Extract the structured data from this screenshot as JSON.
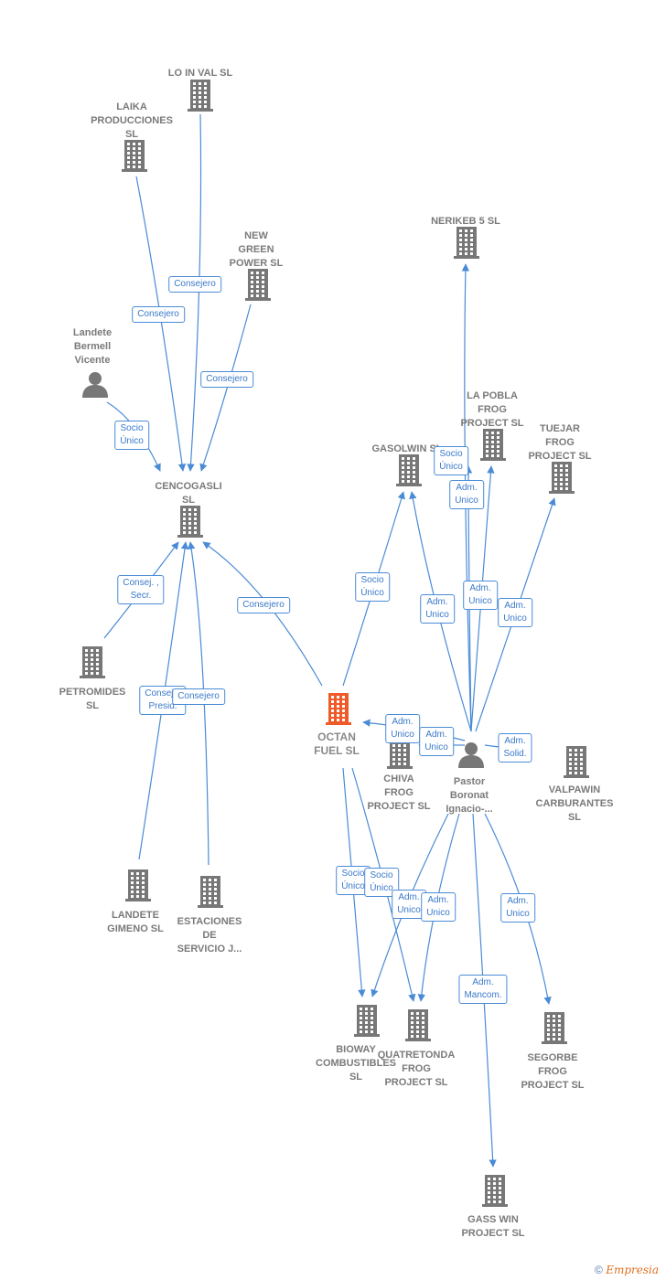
{
  "colors": {
    "edge": "#4a8bd6",
    "building": "#777777",
    "main_building": "#f05a28",
    "person": "#777777"
  },
  "nodes": [
    {
      "id": "loinval",
      "label": "LO IN VAL SL",
      "type": "company"
    },
    {
      "id": "laika",
      "label": "LAIKA\nPRODUCCIONES\nSL",
      "type": "company"
    },
    {
      "id": "newgreen",
      "label": "NEW\nGREEN\nPOWER  SL",
      "type": "company"
    },
    {
      "id": "landete_person",
      "label": "Landete\nBermell\nVicente",
      "type": "person"
    },
    {
      "id": "cencogasli",
      "label": "CENCOGASLI\nSL",
      "type": "company"
    },
    {
      "id": "petromides",
      "label": "PETROMIDES\nSL",
      "type": "company"
    },
    {
      "id": "landete_gimeno",
      "label": "LANDETE\nGIMENO  SL",
      "type": "company"
    },
    {
      "id": "estaciones",
      "label": "ESTACIONES\nDE\nSERVICIO J...",
      "type": "company"
    },
    {
      "id": "octan",
      "label": "OCTAN\nFUEL  SL",
      "type": "main"
    },
    {
      "id": "nerikeb",
      "label": "NERIKEB 5 SL",
      "type": "company"
    },
    {
      "id": "gasolwin",
      "label": "GASOLWIN  SL",
      "type": "company"
    },
    {
      "id": "lapobla",
      "label": "LA POBLA\nFROG\nPROJECT  SL",
      "type": "company"
    },
    {
      "id": "tuejar",
      "label": "TUEJAR\nFROG\nPROJECT  SL",
      "type": "company"
    },
    {
      "id": "chiva",
      "label": "CHIVA\nFROG\nPROJECT  SL",
      "type": "company"
    },
    {
      "id": "pastor",
      "label": "Pastor\nBoronat\nIgnacio-...",
      "type": "person"
    },
    {
      "id": "valpawin",
      "label": "VALPAWIN\nCARBURANTES\nSL",
      "type": "company"
    },
    {
      "id": "bioway",
      "label": "BIOWAY\nCOMBUSTIBLES\nSL",
      "type": "company"
    },
    {
      "id": "quatretonda",
      "label": "QUATRETONDA\nFROG\nPROJECT  SL",
      "type": "company"
    },
    {
      "id": "segorbe",
      "label": "SEGORBE\nFROG\nPROJECT  SL",
      "type": "company"
    },
    {
      "id": "gasswin",
      "label": "GASS WIN\nPROJECT  SL",
      "type": "company"
    }
  ],
  "edges": [
    {
      "from": "loinval",
      "to": "cencogasli",
      "label": "Consejero"
    },
    {
      "from": "laika",
      "to": "cencogasli",
      "label": "Consejero"
    },
    {
      "from": "newgreen",
      "to": "cencogasli",
      "label": "Consejero"
    },
    {
      "from": "landete_person",
      "to": "cencogasli",
      "label": "Socio\nÚnico"
    },
    {
      "from": "petromides",
      "to": "cencogasli",
      "label": "Consej. ,\nSecr."
    },
    {
      "from": "landete_gimeno",
      "to": "cencogasli",
      "label": "Consej. ,\nPresid."
    },
    {
      "from": "estaciones",
      "to": "cencogasli",
      "label": "Consejero"
    },
    {
      "from": "octan",
      "to": "cencogasli",
      "label": "Consejero"
    },
    {
      "from": "octan",
      "to": "gasolwin",
      "label": "Socio\nÚnico"
    },
    {
      "from": "pastor",
      "to": "nerikeb",
      "label": "Socio\nÚnico"
    },
    {
      "from": "pastor",
      "to": "lapobla",
      "label": "Adm.\nUnico"
    },
    {
      "from": "pastor",
      "to": "gasolwin",
      "label": "Adm.\nUnico"
    },
    {
      "from": "pastor",
      "to": "lapobla",
      "label": "Adm.\nUnico"
    },
    {
      "from": "pastor",
      "to": "tuejar",
      "label": "Adm.\nUnico"
    },
    {
      "from": "pastor",
      "to": "octan",
      "label": "Adm.\nUnico"
    },
    {
      "from": "pastor",
      "to": "chiva",
      "label": "Adm.\nUnico"
    },
    {
      "from": "pastor",
      "to": "valpawin",
      "label": "Adm.\nSolid."
    },
    {
      "from": "octan",
      "to": "bioway",
      "label": "Socio\nÚnico"
    },
    {
      "from": "octan",
      "to": "quatretonda",
      "label": "Socio\nÚnico"
    },
    {
      "from": "pastor",
      "to": "bioway",
      "label": "Adm.\nUnico"
    },
    {
      "from": "pastor",
      "to": "quatretonda",
      "label": "Adm.\nUnico"
    },
    {
      "from": "pastor",
      "to": "segorbe",
      "label": "Adm.\nUnico"
    },
    {
      "from": "pastor",
      "to": "gasswin",
      "label": "Adm.\nMancom."
    }
  ],
  "footer": {
    "copyright": "©",
    "brand": "Empresia"
  }
}
